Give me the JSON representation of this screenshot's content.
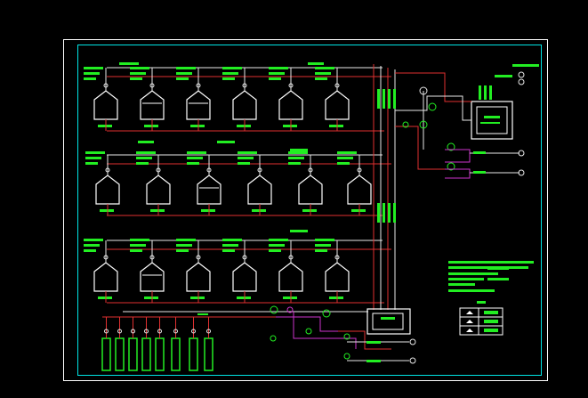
{
  "drawing": {
    "background": "#000000",
    "colors": {
      "outer_frame": "#ffffff",
      "inner_frame": "#00e5e5",
      "vessel_outline": "#ffffff",
      "main_pipe": "#e03030",
      "label_block": "#22ee22",
      "branch_pipe": "#cc33cc",
      "utility_pipe": "#e8e8e8"
    },
    "tank_rows": 3,
    "tanks_per_row": 6,
    "column_vessels": 8,
    "legend_symbols": 3
  }
}
